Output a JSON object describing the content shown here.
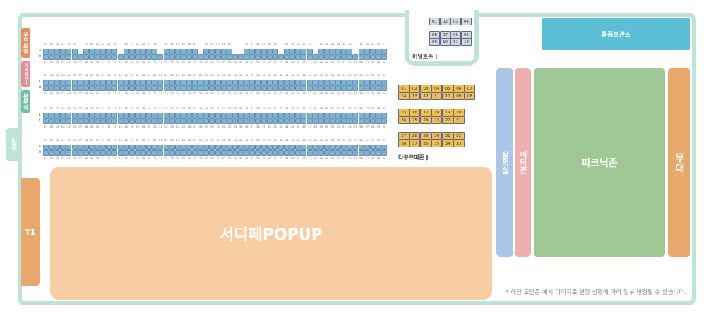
{
  "colors": {
    "frame": "#bfe3d6",
    "seat": "#7bb5d1",
    "booth_gray": "#d5d8de",
    "booth_yellow": "#efbf4f",
    "storage": "#5bbfd6",
    "changing": "#a9c5e8",
    "pink_zone": "#f0aeb0",
    "picnic": "#9fc895",
    "stage": "#e8a86b",
    "popup": "#f9cda4"
  },
  "left_tabs": [
    {
      "label": "푸드트럭",
      "color": "#e88b5c"
    },
    {
      "label": "가족휴게소",
      "color": "#e58a97"
    },
    {
      "label": "본부석",
      "color": "#6fc0a0"
    }
  ],
  "entrance": {
    "label": "입구"
  },
  "t1": {
    "label": "T1"
  },
  "popup": {
    "label": "서디페POPUP"
  },
  "storage": {
    "label": "물품보관소"
  },
  "changing_room": {
    "label": "탈의실"
  },
  "pink_zone": {
    "label": "이탁존"
  },
  "picnic": {
    "label": "피크닉존"
  },
  "stage": {
    "label": "무대"
  },
  "note": "* 해당 도면은 예시 이미지로 현장 상황에 따라 일부 변경될 수 있습니다.",
  "seat_rows": [
    {
      "label": "A",
      "seats": [
        1,
        2,
        3,
        4,
        5,
        6,
        0,
        7,
        8,
        9,
        10,
        11,
        12,
        0,
        13,
        14,
        15,
        16,
        17,
        18,
        0,
        19,
        20,
        21,
        22,
        23,
        24,
        0,
        25,
        26,
        27,
        28,
        29,
        0,
        0,
        30,
        31,
        32,
        33,
        34,
        35,
        0,
        36,
        37,
        38,
        39,
        40,
        0,
        41,
        42,
        43,
        44,
        45,
        46,
        0,
        47,
        48,
        49,
        50,
        51
      ]
    },
    {
      "label": "B",
      "count": 60
    },
    {
      "label": "C",
      "count": 60
    },
    {
      "label": "D",
      "count": 60
    },
    {
      "label": "E",
      "count": 60
    },
    {
      "label": "F",
      "count": 60
    },
    {
      "label": "G",
      "count": 60
    },
    {
      "label": "H",
      "count": 60
    }
  ],
  "adult_zone": {
    "label": "어덜트존 I",
    "rows": [
      [
        "01",
        "02",
        "03",
        "04"
      ],
      [
        "08",
        "07",
        "06",
        "05"
      ],
      [
        "09",
        "10",
        "11",
        "12"
      ]
    ]
  },
  "dakku_zone": {
    "label": "다꾸쁘띠존 J",
    "blocks": [
      [
        [
          "01",
          "02",
          "03",
          "04",
          "05",
          "06",
          "07"
        ],
        [
          "14",
          "13",
          "12",
          "11",
          "10",
          "09",
          "08"
        ]
      ],
      [
        [
          "15",
          "16",
          "17",
          "18",
          "19",
          "20"
        ],
        [
          "26",
          "25",
          "24",
          "23",
          "22",
          "21"
        ]
      ],
      [
        [
          "27",
          "28",
          "29",
          "30",
          "31",
          "32"
        ],
        [
          "38",
          "37",
          "36",
          "35",
          "34",
          "33"
        ]
      ]
    ]
  }
}
